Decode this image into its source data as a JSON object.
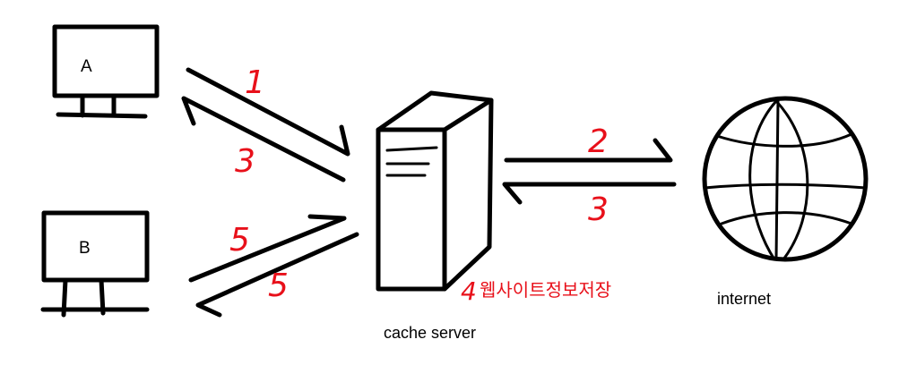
{
  "nodes": {
    "computer_a": {
      "label": "A"
    },
    "computer_b": {
      "label": "B"
    },
    "cache_server": {
      "label": "cache server"
    },
    "internet": {
      "label": "internet"
    }
  },
  "steps": {
    "step_1": "1",
    "step_2": "2",
    "step_3_client": "3",
    "step_3_internet": "3",
    "step_4": "4",
    "step_4_text": "웹사이트정보저장",
    "step_5_request": "5",
    "step_5_response": "5"
  },
  "colors": {
    "ink": "#000000",
    "annotation": "#e8101a",
    "background": "#ffffff"
  }
}
